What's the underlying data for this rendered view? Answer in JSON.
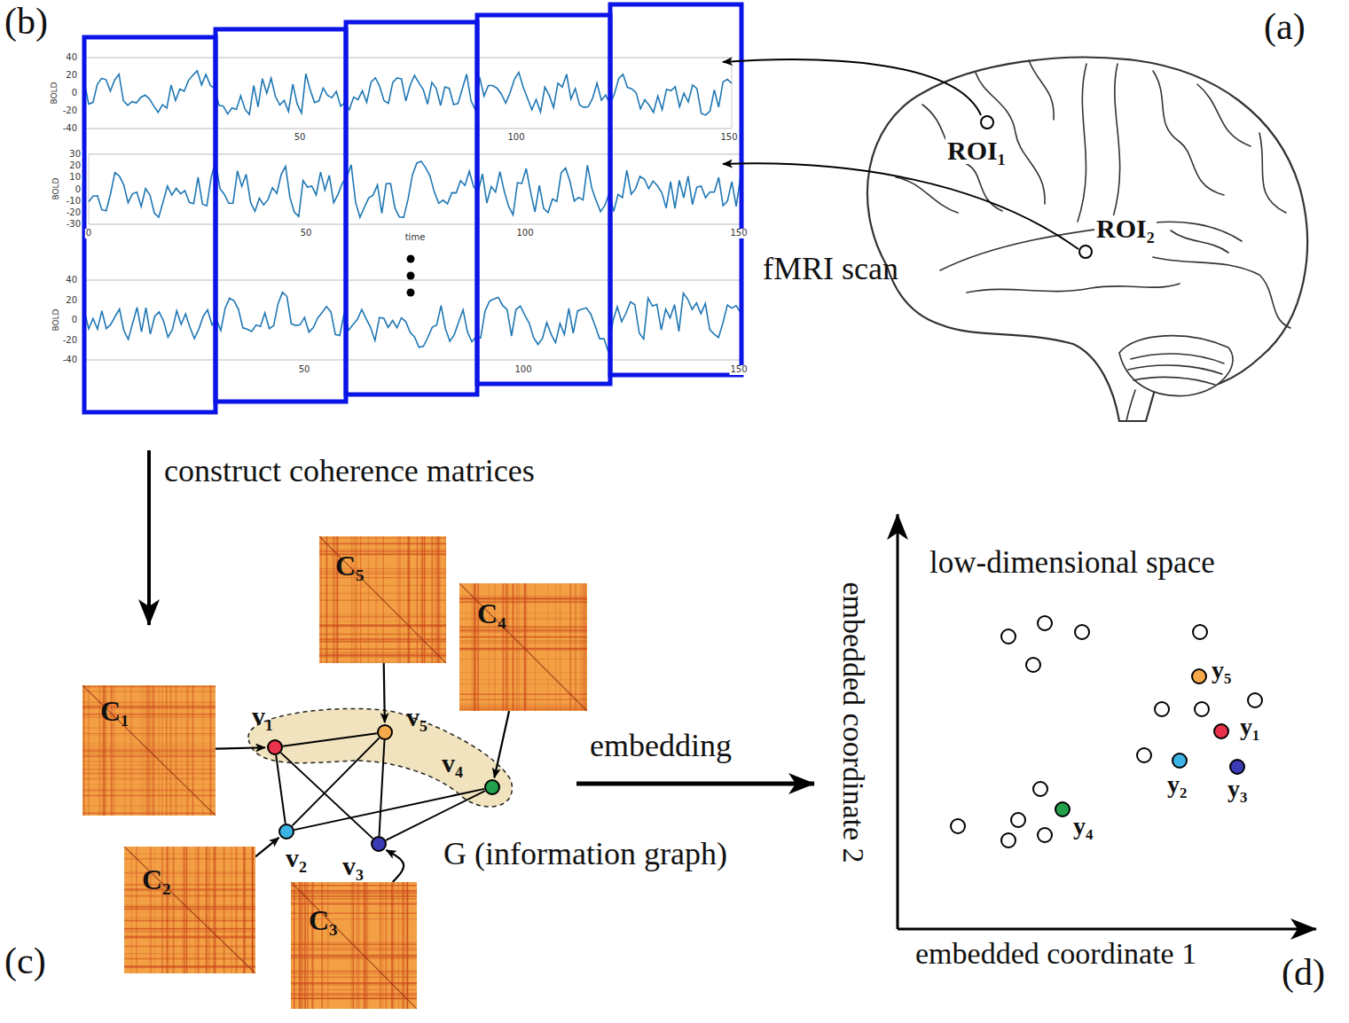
{
  "diagram": {
    "nodes": [
      {
        "text": [
          "ROI₁"
        ]
      },
      {
        "text": [
          "ROI₂"
        ]
      },
      {
        "text": [
          "C₁"
        ]
      },
      {
        "text": [
          "C₂"
        ]
      },
      {
        "text": [
          "C₃"
        ]
      },
      {
        "text": [
          "C₄"
        ]
      },
      {
        "text": [
          "C₅"
        ]
      },
      {
        "text": [
          "v₁"
        ]
      },
      {
        "text": [
          "v₂"
        ]
      },
      {
        "text": [
          "v₃"
        ]
      },
      {
        "text": [
          "v₄"
        ]
      },
      {
        "text": [
          "v₅"
        ]
      },
      {
        "text": [
          "y₁"
        ]
      },
      {
        "text": [
          "y₂"
        ]
      },
      {
        "text": [
          "y₃"
        ]
      },
      {
        "text": [
          "y₄"
        ]
      },
      {
        "text": [
          "y₅"
        ]
      }
    ],
    "edges": [
      {
        "from": 2,
        "to": 7,
        "arrow": "to"
      },
      {
        "from": 3,
        "to": 8,
        "arrow": "to"
      },
      {
        "from": 4,
        "to": 9,
        "arrow": "to"
      },
      {
        "from": 5,
        "to": 10,
        "arrow": "to"
      },
      {
        "from": 6,
        "to": 11,
        "arrow": "to"
      },
      {
        "from": 7,
        "to": 11,
        "arrow": "none"
      },
      {
        "from": 7,
        "to": 8,
        "arrow": "none"
      },
      {
        "from": 7,
        "to": 9,
        "arrow": "none"
      },
      {
        "from": 11,
        "to": 8,
        "arrow": "none"
      },
      {
        "from": 11,
        "to": 9,
        "arrow": "none"
      },
      {
        "from": 8,
        "to": 10,
        "arrow": "none"
      },
      {
        "from": 9,
        "to": 10,
        "arrow": "none"
      }
    ],
    "labels": [
      "(b)",
      "(a)",
      "(c)",
      "(d)",
      "fMRI scan",
      "construct coherence matrices",
      "embedding",
      "G (information graph)",
      "low-dimensional space",
      "embedded coordinate 1",
      "embedded coordinate 2",
      "40",
      "20",
      "0",
      "-20",
      "-40",
      "BOLD",
      "50",
      "100",
      "150",
      "30",
      "20",
      "10",
      "0",
      "-10",
      "-20",
      "-30",
      "BOLD",
      "0",
      "50",
      "100",
      "150",
      "time",
      "40",
      "20",
      "0",
      "-20",
      "-40",
      "BOLD",
      "50",
      "100",
      "150"
    ]
  }
}
